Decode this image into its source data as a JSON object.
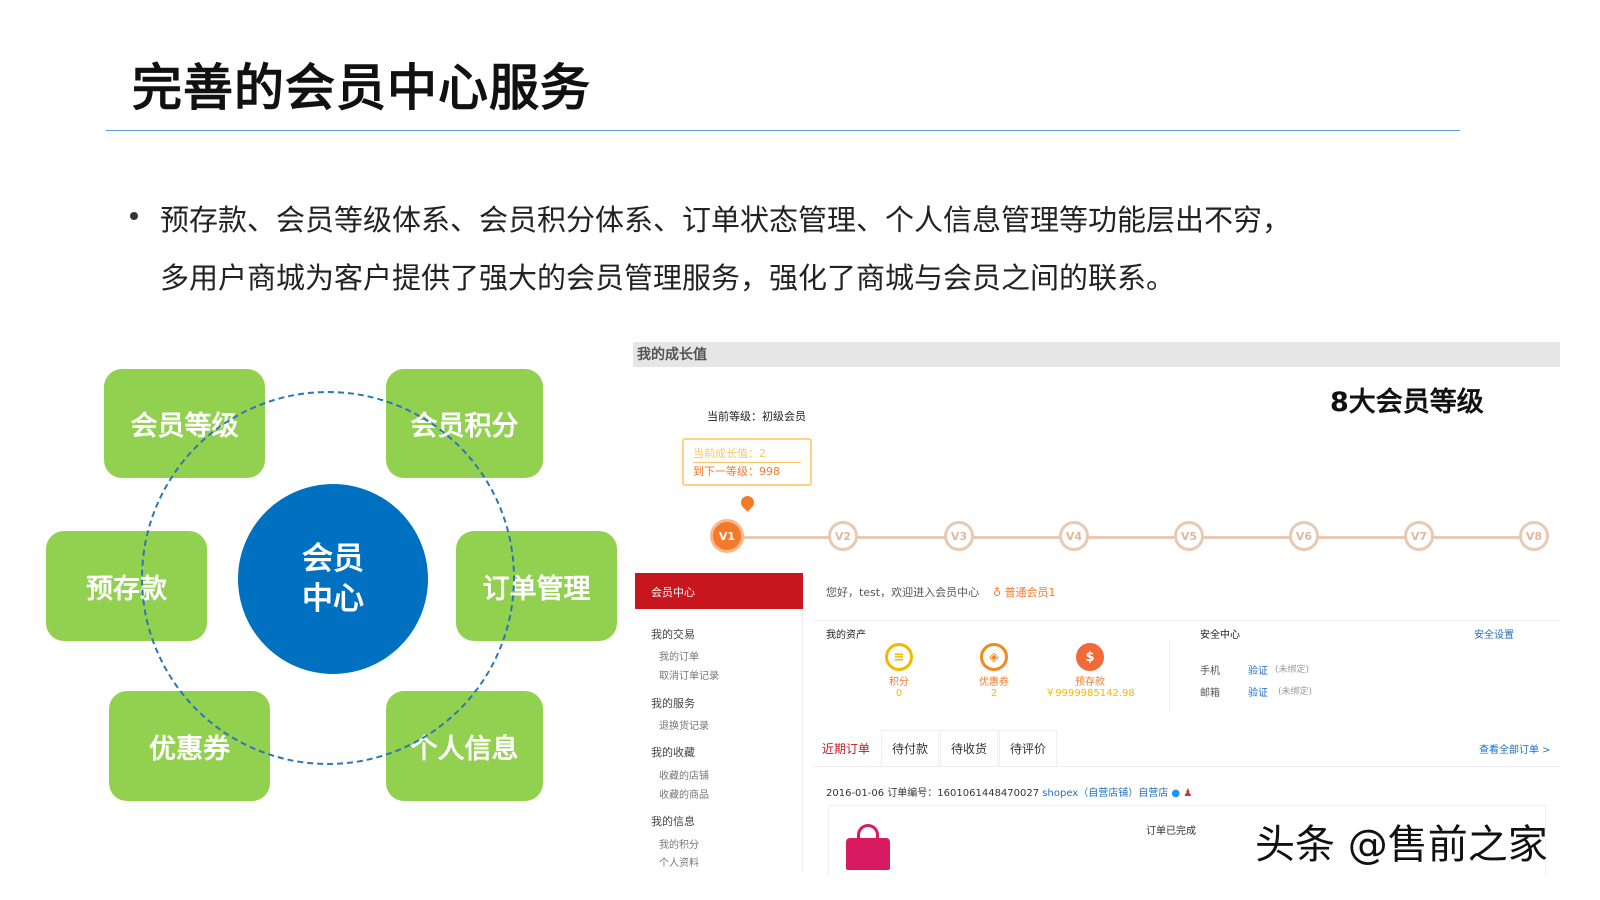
{
  "title": "完善的会员中心服务",
  "bullet": {
    "line1": "预存款、会员等级体系、会员积分体系、订单状态管理、个人信息管理等功能层出不穷，",
    "line2": "多用户商城为客户提供了强大的会员管理服务，强化了商城与会员之间的联系。"
  },
  "diagram": {
    "center": [
      "会员",
      "中心"
    ],
    "items": [
      "会员等级",
      "会员积分",
      "预存款",
      "订单管理",
      "优惠券",
      "个人信息"
    ],
    "colors": {
      "green": "#92d050",
      "blue": "#0070c0"
    }
  },
  "screenshot": {
    "header": "我的成长值",
    "caption": "8大会员等级",
    "current_level": "当前等级：初级会员",
    "growth": "当前成长值：2",
    "to_next": "到下一等级：998",
    "levels": [
      "V1",
      "V2",
      "V3",
      "V4",
      "V5",
      "V6",
      "V7",
      "V8"
    ],
    "sidebar": {
      "title": "会员中心",
      "groups": [
        {
          "label": "我的交易",
          "items": [
            "我的订单",
            "取消订单记录"
          ]
        },
        {
          "label": "我的服务",
          "items": [
            "退换货记录"
          ]
        },
        {
          "label": "我的收藏",
          "items": [
            "收藏的店铺",
            "收藏的商品"
          ]
        },
        {
          "label": "我的信息",
          "items": [
            "我的积分",
            "个人资料"
          ]
        }
      ]
    },
    "welcome": "您好，test，欢迎进入会员中心",
    "member_badge": "普通会员1",
    "assets": {
      "title": "我的资产",
      "items": [
        {
          "label": "积分",
          "value": "0"
        },
        {
          "label": "优惠券",
          "value": "2"
        },
        {
          "label": "预存款",
          "value": "￥9999985142.98"
        }
      ]
    },
    "security": {
      "title": "安全中心",
      "settings": "安全设置",
      "rows": [
        {
          "label": "手机",
          "action": "验证",
          "status": "(未绑定)"
        },
        {
          "label": "邮箱",
          "action": "验证",
          "status": "(未绑定)"
        }
      ]
    },
    "tabs": [
      "近期订单",
      "待付款",
      "待收货",
      "待评价"
    ],
    "view_all": "查看全部订单 >",
    "order": {
      "date": "2016-01-06",
      "number": "订单编号：1601061448470027",
      "shop": "shopex（自营店铺）自营店",
      "status": "订单已完成"
    }
  },
  "watermark": "头条 @售前之家"
}
